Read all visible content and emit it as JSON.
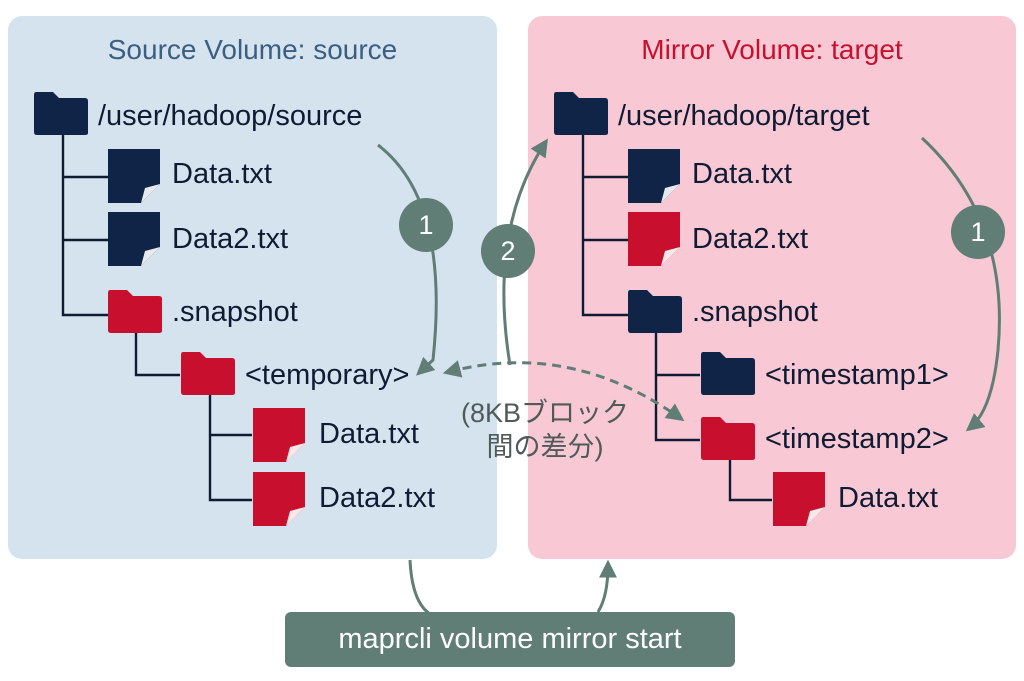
{
  "colors": {
    "navy": "#0f2447",
    "red": "#c8102e",
    "source_panel": "#d5e3ef",
    "target_panel": "#f8c9d4",
    "accent_gray": "#607d76"
  },
  "source": {
    "title": "Source Volume: source",
    "root": "/user/hadoop/source",
    "file1": "Data.txt",
    "file2": "Data2.txt",
    "snapshot": ".snapshot",
    "temporary": "<temporary>",
    "tmp_file1": "Data.txt",
    "tmp_file2": "Data2.txt"
  },
  "target": {
    "title": "Mirror Volume: target",
    "root": "/user/hadoop/target",
    "file1": "Data.txt",
    "file2": "Data2.txt",
    "snapshot": ".snapshot",
    "timestamp1": "<timestamp1>",
    "timestamp2": "<timestamp2>",
    "ts_file": "Data.txt"
  },
  "steps": {
    "step1": "1",
    "step2": "2"
  },
  "note": {
    "line1": "(8KBブロック",
    "line2": "間の差分)"
  },
  "command": "maprcli volume mirror start",
  "icons": {
    "folder": "folder-icon",
    "file": "file-icon"
  }
}
